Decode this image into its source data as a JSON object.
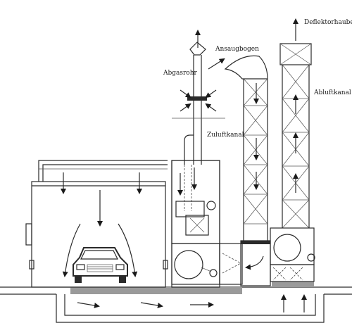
{
  "labels": {
    "deflektorhaube": "Deflektorhaube",
    "ansaugbogen": "Ansaugbogen",
    "abgasrohr": "Abgasrohr",
    "abluftkanal": "Abluftkanal",
    "zuluftkanal": "Zuluftkanal"
  }
}
